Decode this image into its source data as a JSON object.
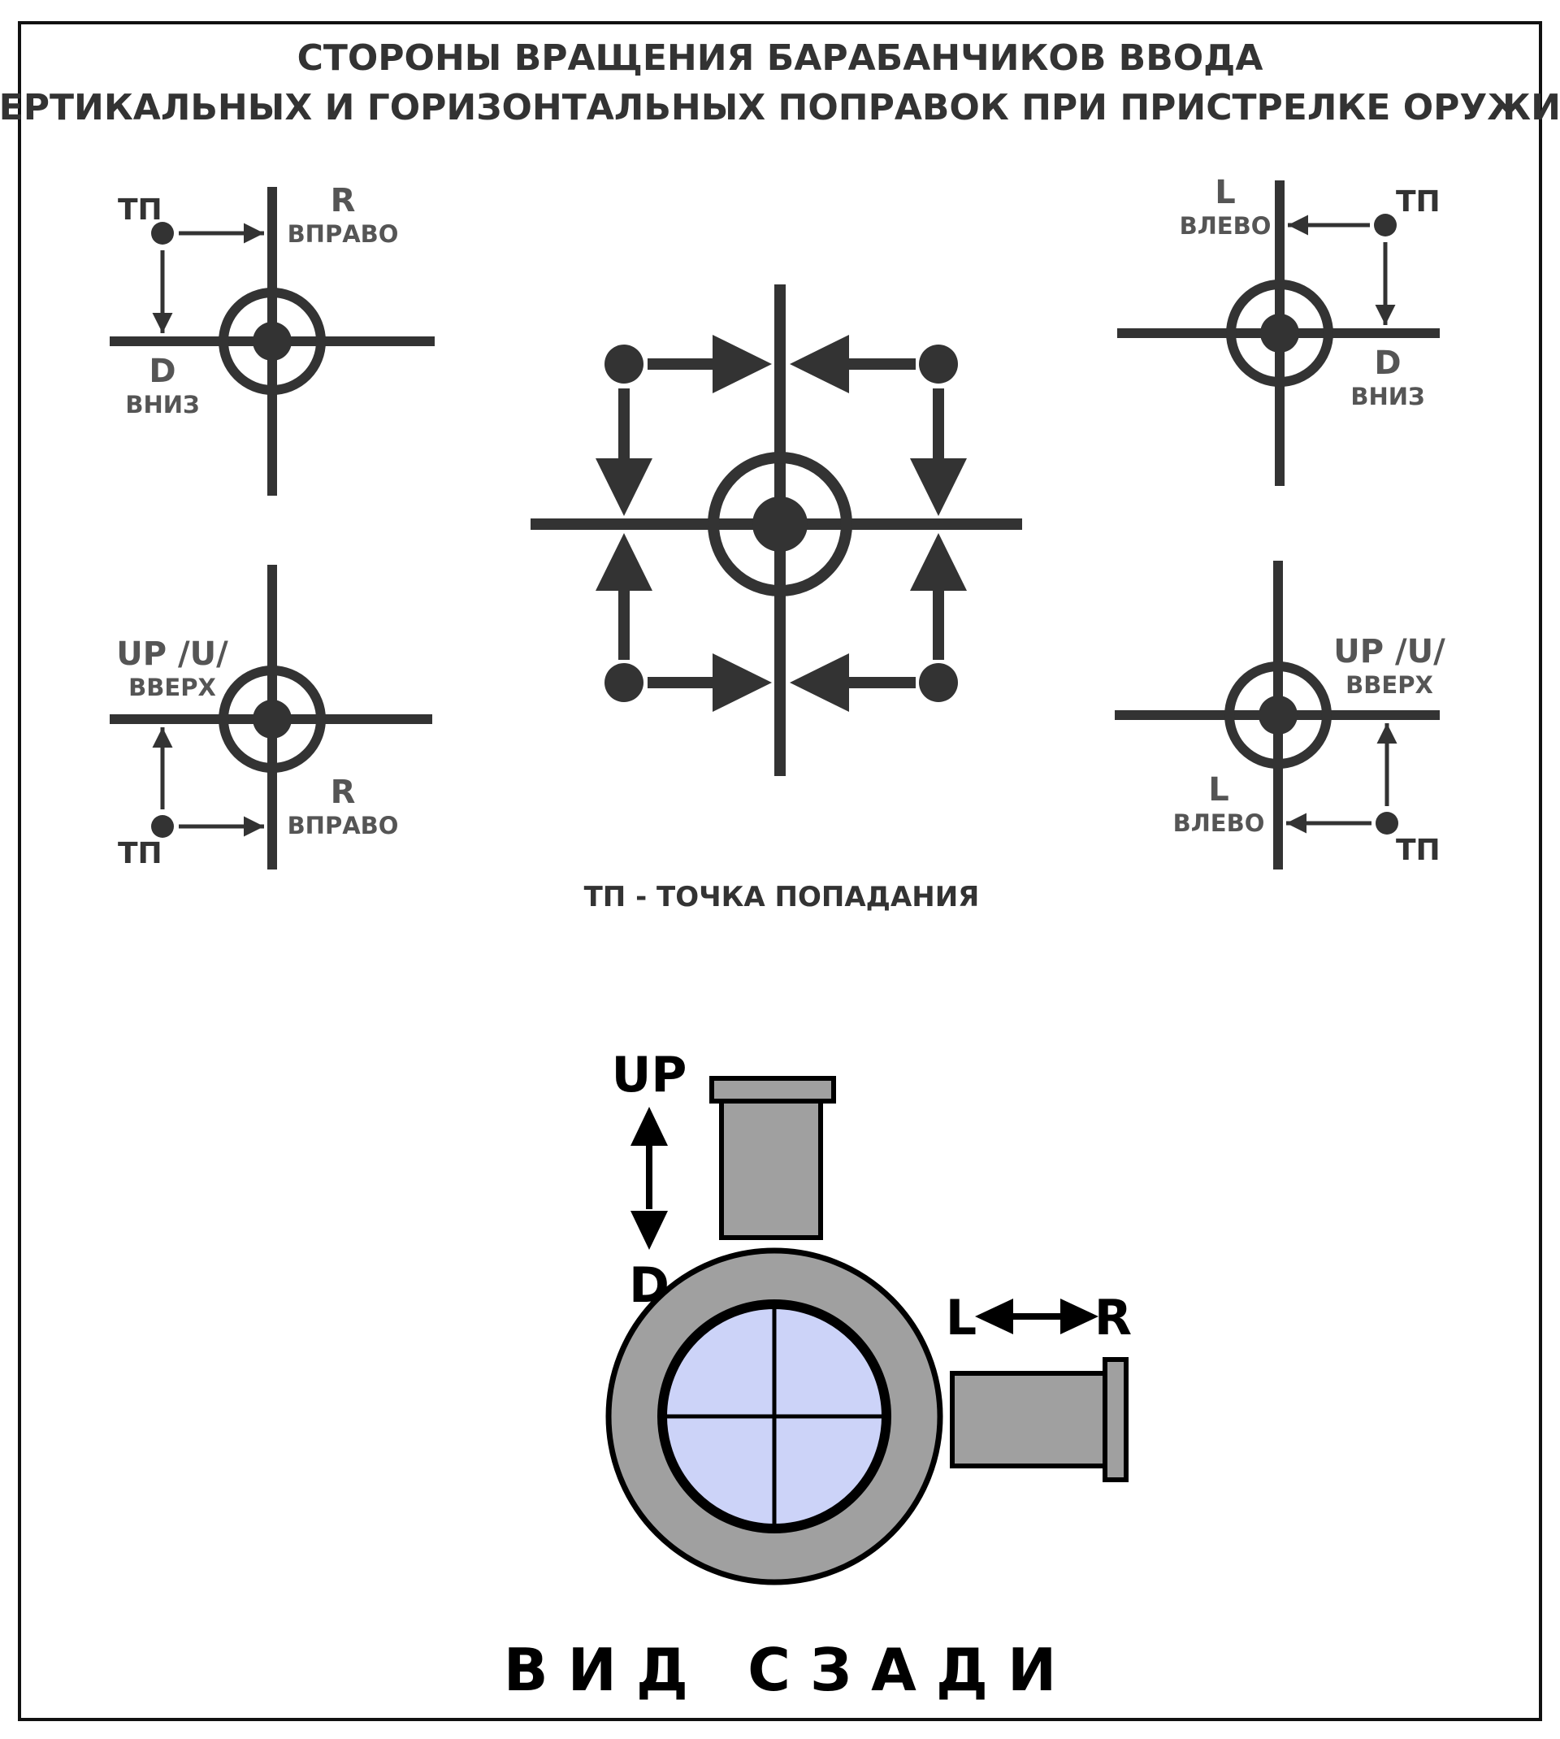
{
  "title": {
    "line1": "СТОРОНЫ ВРАЩЕНИЯ БАРАБАНЧИКОВ ВВОДА",
    "line2": "ВЕРТИКАЛЬНЫХ И ГОРИЗОНТАЛЬНЫХ ПОПРАВОК ПРИ ПРИСТРЕЛКЕ ОРУЖИЯ"
  },
  "top_left": {
    "tp": "ТП",
    "h_code": "R",
    "h_word": "ВПРАВО",
    "v_code": "D",
    "v_word": "ВНИЗ"
  },
  "bottom_left": {
    "tp": "ТП",
    "v_code": "UP /U/",
    "v_word": "ВВЕРХ",
    "h_code": "R",
    "h_word": "ВПРАВО"
  },
  "top_right": {
    "tp": "ТП",
    "h_code": "L",
    "h_word": "ВЛЕВО",
    "v_code": "D",
    "v_word": "ВНИЗ"
  },
  "bottom_right": {
    "tp": "ТП",
    "v_code": "UP /U/",
    "v_word": "ВВЕРХ",
    "h_code": "L",
    "h_word": "ВЛЕВО"
  },
  "legend": "ТП - ТОЧКА ПОПАДАНИЯ",
  "scope": {
    "up": "UP",
    "down": "D",
    "left": "L",
    "right": "R"
  },
  "footer": "ВИД СЗАДИ",
  "colors": {
    "ink": "#333333",
    "label": "#555555",
    "scope_body": "#a0a0a0",
    "lens": "#ccd3f8"
  }
}
